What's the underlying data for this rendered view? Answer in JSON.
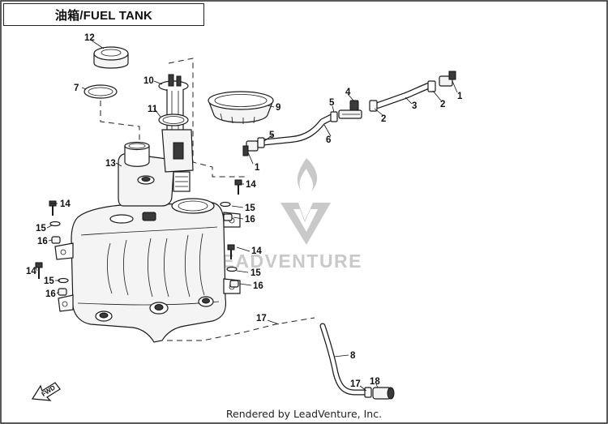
{
  "title": "油箱/FUEL TANK",
  "footer": "Rendered by LeadVenture, Inc.",
  "watermark": "LEADVENTURE",
  "fwd_label": "FWD",
  "callouts": {
    "c1a": "1",
    "c1b": "1",
    "c2a": "2",
    "c2b": "2",
    "c3": "3",
    "c4": "4",
    "c5a": "5",
    "c5b": "5",
    "c6": "6",
    "c7": "7",
    "c8": "8",
    "c9": "9",
    "c10": "10",
    "c11": "11",
    "c12": "12",
    "c13": "13",
    "c14a": "14",
    "c14b": "14",
    "c14c": "14",
    "c14d": "14",
    "c15a": "15",
    "c15b": "15",
    "c15c": "15",
    "c15d": "15",
    "c16a": "16",
    "c16b": "16",
    "c16c": "16",
    "c16d": "16",
    "c17a": "17",
    "c17b": "17",
    "c18": "18"
  },
  "colors": {
    "line": "#1a1a1a",
    "watermark": "#c9c9c9",
    "frame": "#222222"
  }
}
